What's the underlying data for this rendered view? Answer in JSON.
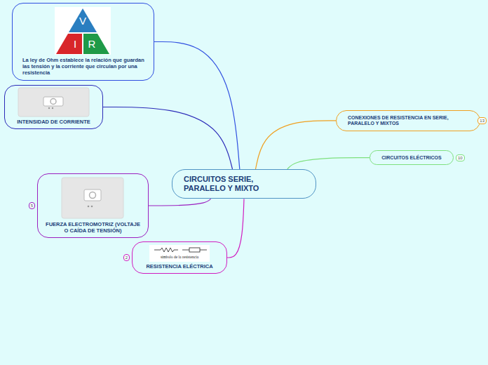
{
  "diagram": {
    "nodes": [
      {
        "text": [
          "CIRCUITOS SERIE, PARALELO Y MIXTO"
        ]
      },
      {
        "text": [
          "La ley de Ohm establece la relación que guardan las tensión y la corriente que circulan por una resistencia"
        ]
      },
      {
        "text": [
          "INTENSIDAD DE CORRIENTE"
        ]
      },
      {
        "text": [
          "FUERZA ELECTROMOTRIZ (VOLTAJE O CAÍDA DE TENSIÓN)"
        ]
      },
      {
        "text": [
          "RESISTENCIA ELÉCTRICA"
        ]
      },
      {
        "text": [
          "CONEXIONES DE RESISTENCIA EN SERIE, PARALELO Y MIXTOS"
        ]
      },
      {
        "text": [
          "CIRCUITOS ELÉCTRICOS"
        ]
      }
    ],
    "edges": [
      {
        "from": 0,
        "to": 1,
        "arrow": "none"
      },
      {
        "from": 0,
        "to": 2,
        "arrow": "none"
      },
      {
        "from": 0,
        "to": 3,
        "arrow": "none"
      },
      {
        "from": 0,
        "to": 4,
        "arrow": "none"
      },
      {
        "from": 0,
        "to": 5,
        "arrow": "none"
      },
      {
        "from": 0,
        "to": 6,
        "arrow": "none"
      }
    ],
    "labels": [
      "V",
      "I",
      "R",
      "símbolo de la resistencia",
      "5",
      "2",
      "13",
      "10"
    ]
  }
}
